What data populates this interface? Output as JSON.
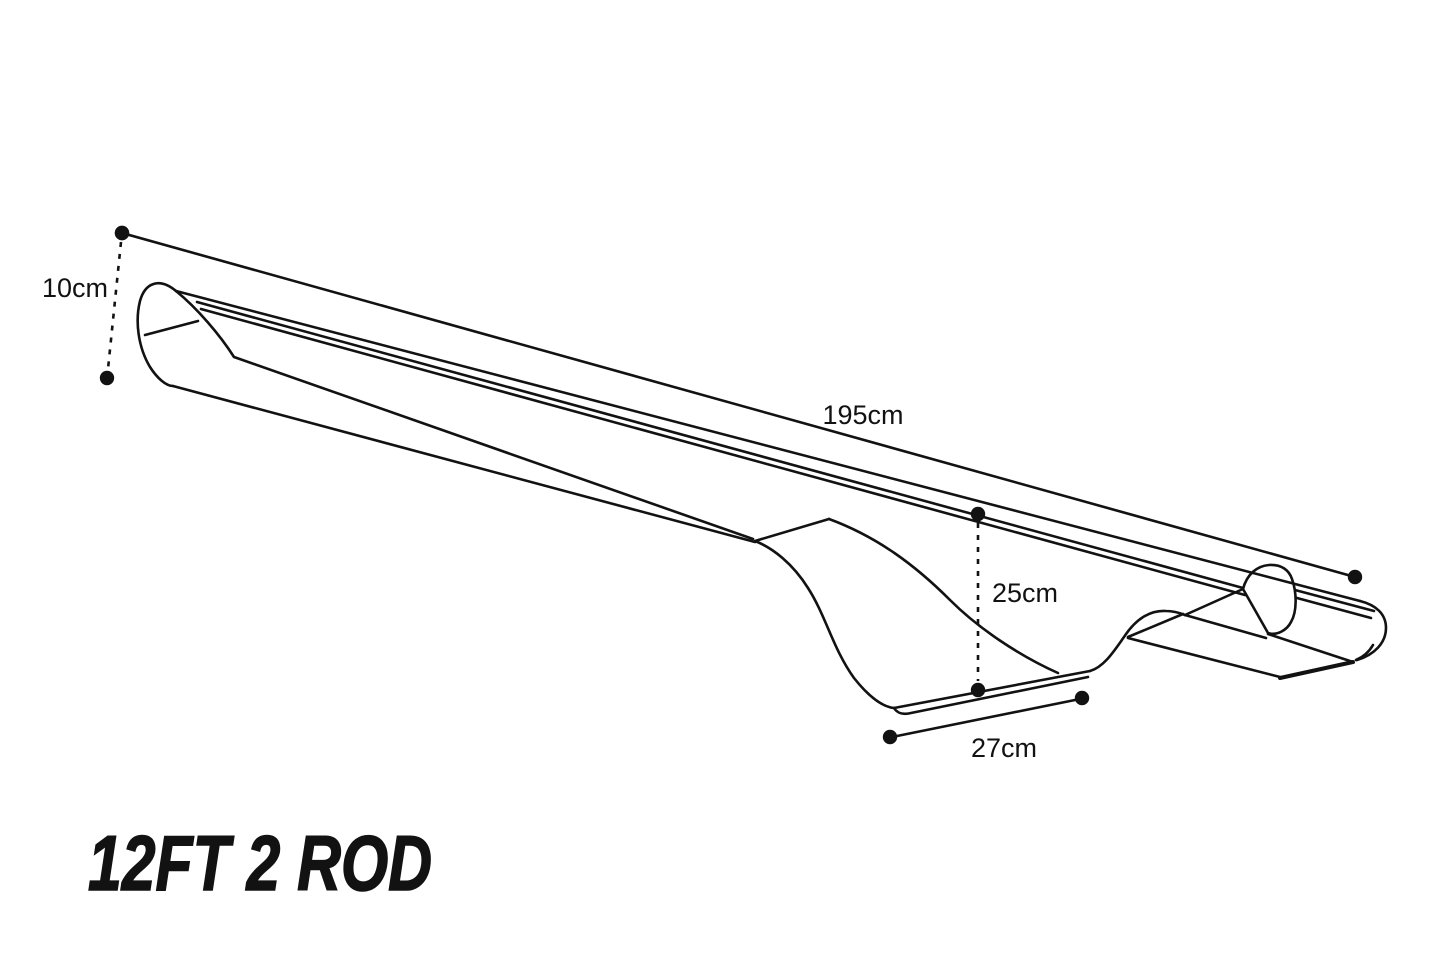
{
  "page": {
    "background_color": "#ffffff",
    "line_color": "#121212"
  },
  "title": {
    "text": "12FT 2 ROD"
  },
  "diagram": {
    "subject": "two-rod holdall sleeve line drawing, isometric view",
    "dimensions": {
      "height": {
        "label": "10cm"
      },
      "length": {
        "label": "195cm"
      },
      "depth": {
        "label": "25cm"
      },
      "base": {
        "label": "27cm"
      }
    }
  }
}
